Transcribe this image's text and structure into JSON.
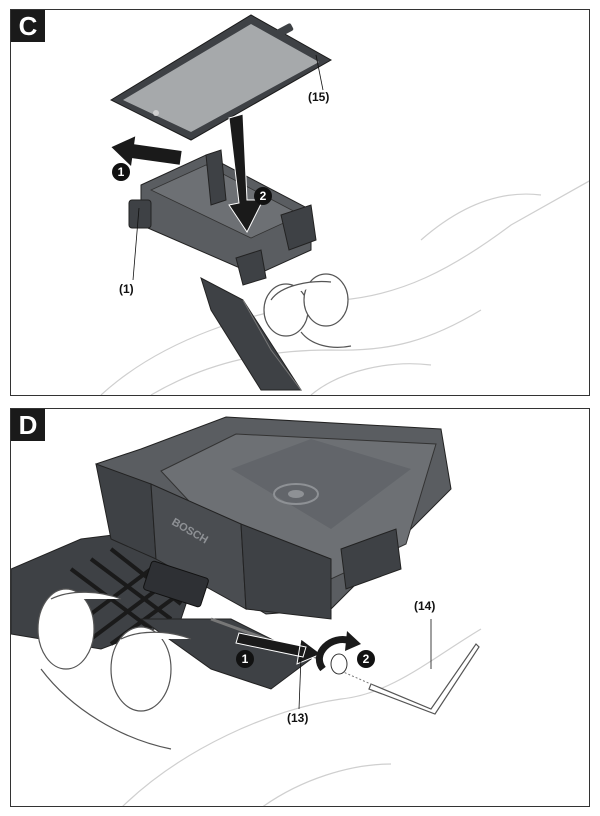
{
  "panels": {
    "c": {
      "letter": "C",
      "labels": {
        "smartphone": "(15)",
        "release_lever": "(1)"
      },
      "steps": [
        "1",
        "2"
      ]
    },
    "d": {
      "letter": "D",
      "labels": {
        "screw": "(13)",
        "hex_key": "(14)"
      },
      "steps": [
        "1",
        "2"
      ],
      "brand_text": "BOSCH"
    }
  },
  "colors": {
    "outline": "#333333",
    "badge": "#1a1a1a",
    "holder": "#5a5d61",
    "holder_dark": "#3e4145",
    "phone_screen": "#a6a9ab",
    "hand": "#ffffff",
    "arrow": "#1a1a1a"
  }
}
